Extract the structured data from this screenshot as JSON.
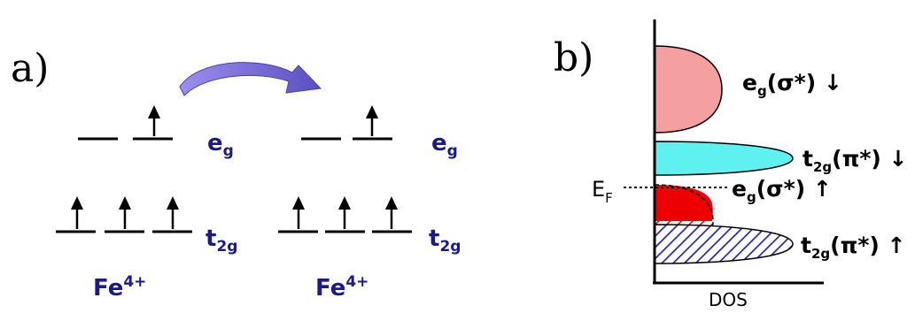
{
  "panel_a": {
    "label": "a)",
    "eg_label": {
      "main": "e",
      "sub": "g"
    },
    "t2g_label": {
      "main": "t",
      "sub": "2g"
    },
    "ion_label": {
      "main": "Fe",
      "sup": "4+"
    },
    "label_color": "#1a1a8c",
    "arrow_color": "#7b6fd6"
  },
  "panel_b": {
    "label": "b)",
    "ef_label": {
      "main": "E",
      "sub": "F"
    },
    "xlabel": "DOS",
    "bands": [
      {
        "main": "e",
        "sub": "g",
        "rest": "(σ*) ↓",
        "fill": "#f4a0a0"
      },
      {
        "main": "t",
        "sub": "2g",
        "rest": "(π*) ↓",
        "fill": "#5ff0f0"
      },
      {
        "main": "e",
        "sub": "g",
        "rest": "(σ*) ↑",
        "fill": "#ee0000"
      },
      {
        "main": "t",
        "sub": "2g",
        "rest": "(π*) ↑",
        "fill": "#2a2a9c"
      }
    ]
  }
}
